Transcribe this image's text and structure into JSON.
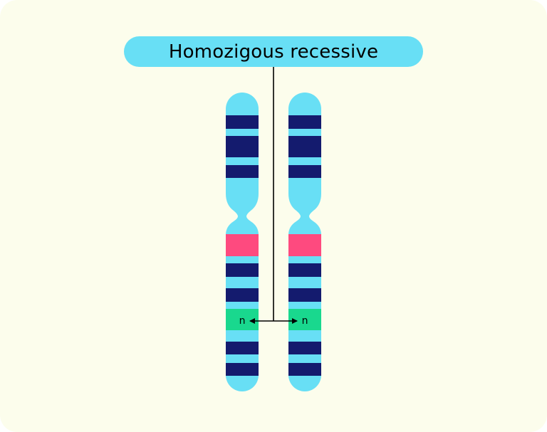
{
  "title": "Homozigous recessive",
  "alleles": [
    "n",
    "n"
  ],
  "colors": {
    "background": "#fcfdec",
    "chromosome": "#68dff5",
    "band": "#141b6e",
    "centromere_marker": "#fe4a7f",
    "allele_band": "#19d88e",
    "line": "#000000"
  }
}
